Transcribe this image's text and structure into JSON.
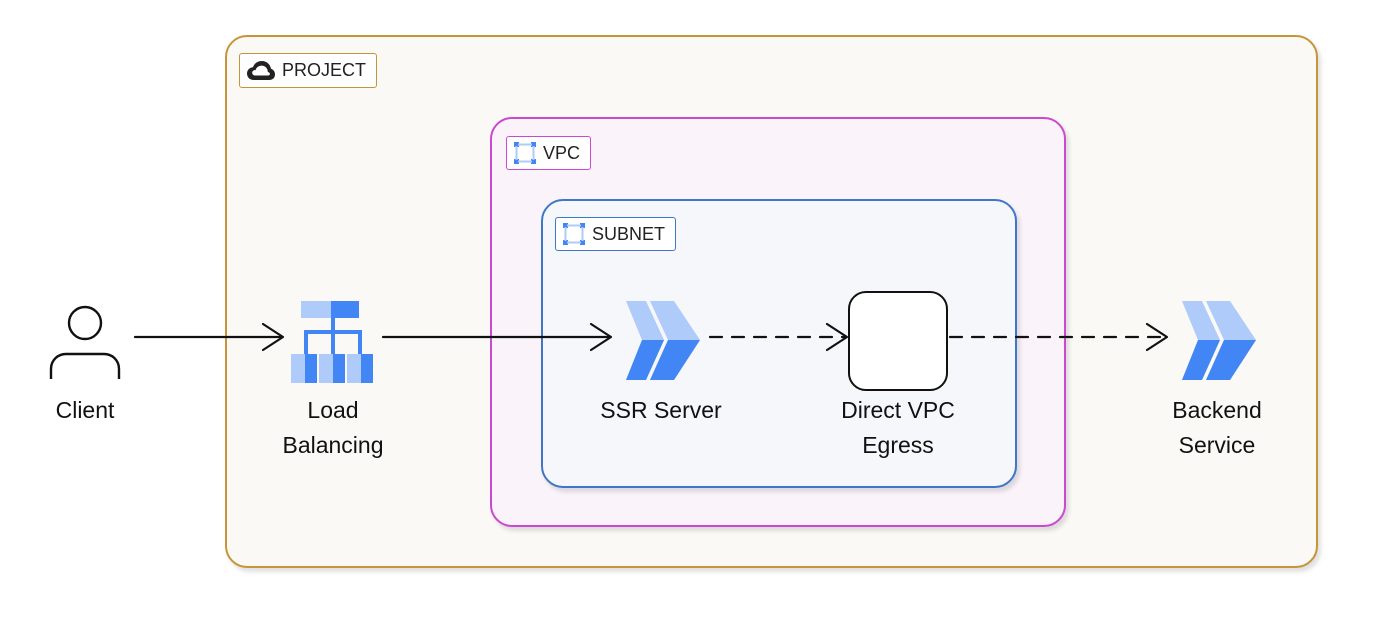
{
  "containers": {
    "project": {
      "label": "PROJECT",
      "icon": "cloud-icon",
      "color": "#c8943a"
    },
    "vpc": {
      "label": "VPC",
      "icon": "network-bracket-icon",
      "color": "#c94ad1"
    },
    "subnet": {
      "label": "SUBNET",
      "icon": "network-bracket-icon",
      "color": "#3f77c7"
    }
  },
  "nodes": {
    "client": {
      "label": "Client",
      "icon": "person-icon"
    },
    "load_balancing": {
      "label": "Load\nBalancing",
      "icon": "load-balancer-icon"
    },
    "ssr_server": {
      "label": "SSR Server",
      "icon": "chevron-service-icon"
    },
    "direct_vpc_egress": {
      "label": "Direct VPC\nEgress",
      "icon": "rounded-square-icon"
    },
    "backend_service": {
      "label": "Backend\nService",
      "icon": "chevron-service-icon"
    }
  },
  "edges": [
    {
      "from": "client",
      "to": "load_balancing",
      "style": "solid"
    },
    {
      "from": "load_balancing",
      "to": "ssr_server",
      "style": "solid"
    },
    {
      "from": "ssr_server",
      "to": "direct_vpc_egress",
      "style": "dashed"
    },
    {
      "from": "direct_vpc_egress",
      "to": "backend_service",
      "style": "dashed"
    }
  ],
  "colors": {
    "gcp_blue_dark": "#4285f4",
    "gcp_blue_light": "#aecbfa"
  }
}
